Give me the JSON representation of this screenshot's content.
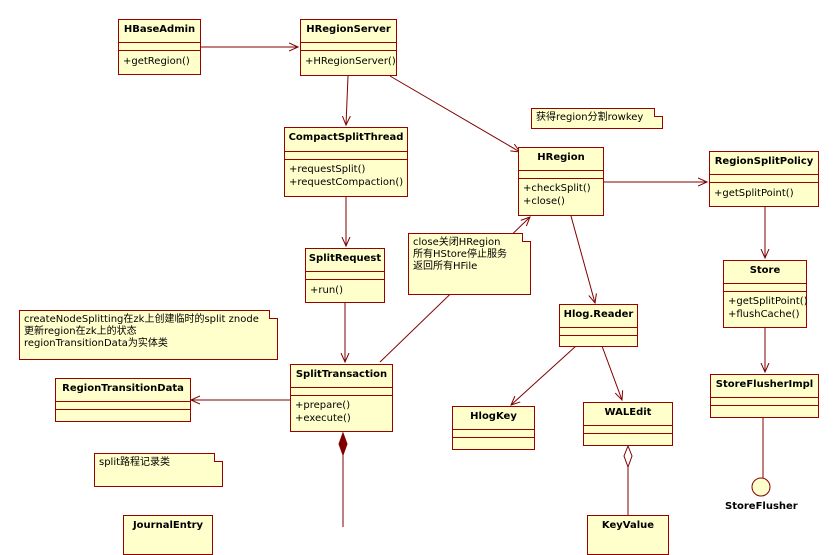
{
  "classes": {
    "hbaseadmin": {
      "name": "HBaseAdmin",
      "ops": [
        "+getRegion()"
      ]
    },
    "hregionserver": {
      "name": "HRegionServer",
      "ops": [
        "+HRegionServer()"
      ]
    },
    "compactsplitthread": {
      "name": "CompactSplitThread",
      "ops": [
        "+requestSplit()",
        "+requestCompaction()"
      ]
    },
    "hregion": {
      "name": "HRegion",
      "ops": [
        "+checkSplit()",
        "+close()"
      ]
    },
    "regionsplitpolicy": {
      "name": "RegionSplitPolicy",
      "ops": [
        "+getSplitPoint()"
      ]
    },
    "splitrequest": {
      "name": "SplitRequest",
      "ops": [
        "+run()"
      ]
    },
    "store": {
      "name": "Store",
      "ops": [
        "+getSplitPoint()",
        "+flushCache()"
      ]
    },
    "hlogreader": {
      "name": "Hlog.Reader"
    },
    "splittransaction": {
      "name": "SplitTransaction",
      "ops": [
        "+prepare()",
        "+execute()"
      ]
    },
    "regiontransitiondata": {
      "name": "RegionTransitionData"
    },
    "hlogkey": {
      "name": "HlogKey"
    },
    "waledit": {
      "name": "WALEdit"
    },
    "storeflusherimpl": {
      "name": "StoreFlusherImpl"
    },
    "journalentry": {
      "name": "JournalEntry"
    },
    "keyvalue": {
      "name": "KeyValue"
    }
  },
  "interface": {
    "name": "StoreFlusher"
  },
  "notes": {
    "rowkey": {
      "lines": [
        "获得region分割rowkey"
      ]
    },
    "close": {
      "lines": [
        "close关闭HRegion",
        "所有HStore停止服务",
        "返回所有HFile"
      ]
    },
    "zk": {
      "lines": [
        "createNodeSplitting在zk上创建临时的split znode",
        "更新region在zk上的状态",
        "regionTransitionData为实体类"
      ]
    },
    "splitlog": {
      "lines": [
        "split路程记录类"
      ]
    }
  },
  "colors": {
    "fill": "#ffffcc",
    "border": "#990000",
    "line": "#800000"
  }
}
